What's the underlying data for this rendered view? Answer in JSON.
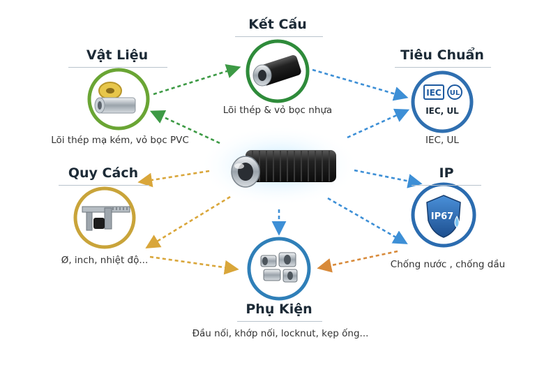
{
  "center": {
    "name": "flexible-steel-conduit"
  },
  "nodes": {
    "ket_cau": {
      "title": "Kết Cấu",
      "desc": "Lõi thép & vỏ bọc nhựa",
      "icon": "conduit-cross-section-icon",
      "color": "#2e8b3a"
    },
    "vat_lieu": {
      "title": "Vật Liệu",
      "desc": "Lõi thép mạ kém, vỏ bọc PVC",
      "icon": "wire-coil-and-steel-tube-icon",
      "color": "#6aa534"
    },
    "tieu_chuan": {
      "title": "Tiêu Chuẩn",
      "desc": "IEC, UL",
      "icon": "iec-ul-certification-icon",
      "color": "#2f6fb0",
      "badge": {
        "logo1": "IEC",
        "logo2": "UL",
        "caption": "IEC, UL"
      }
    },
    "quy_cach": {
      "title": "Quy Cách",
      "desc": "Ø, inch, nhiệt độ...",
      "icon": "caliper-measuring-icon",
      "color": "#c9a43a"
    },
    "ip": {
      "title": "IP",
      "desc": "Chống nước , chống dầu",
      "icon": "ip67-shield-icon",
      "color": "#2b6cb0",
      "badge": {
        "label": "IP67"
      }
    },
    "phu_kien": {
      "title": "Phụ Kiện",
      "desc": "Đầu nối, khớp nối, locknut, kẹp ống...",
      "icon": "fittings-connectors-icon",
      "color": "#2f7fb8"
    }
  }
}
